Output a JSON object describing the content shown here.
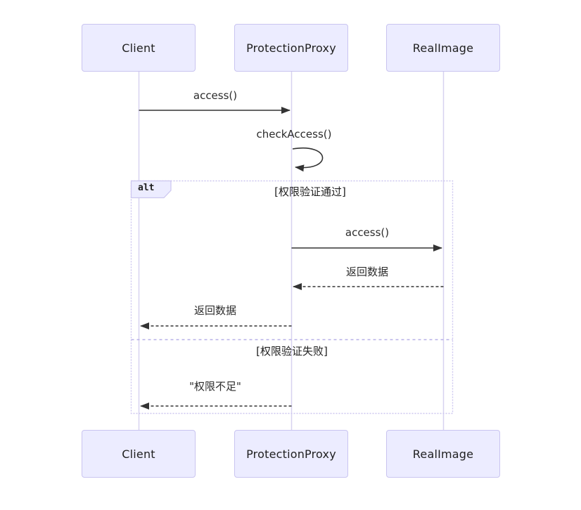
{
  "diagram": {
    "type": "sequence-diagram",
    "pattern": "protection-proxy",
    "actors": [
      {
        "id": "client",
        "label": "Client"
      },
      {
        "id": "protection-proxy",
        "label": "ProtectionProxy"
      },
      {
        "id": "real-image",
        "label": "RealImage"
      }
    ],
    "messages": [
      {
        "from": "Client",
        "to": "ProtectionProxy",
        "label": "access()",
        "style": "solid"
      },
      {
        "from": "ProtectionProxy",
        "to": "ProtectionProxy",
        "label": "checkAccess()",
        "style": "self-loop"
      },
      {
        "from": "ProtectionProxy",
        "to": "RealImage",
        "label": "access()",
        "style": "solid"
      },
      {
        "from": "RealImage",
        "to": "ProtectionProxy",
        "label": "返回数据",
        "style": "dashed"
      },
      {
        "from": "ProtectionProxy",
        "to": "Client",
        "label": "返回数据",
        "style": "dashed"
      },
      {
        "from": "ProtectionProxy",
        "to": "Client",
        "label": "\"权限不足\"",
        "style": "dashed"
      }
    ],
    "alt_block": {
      "keyword": "alt",
      "branches": [
        {
          "condition": "[权限验证通过]"
        },
        {
          "condition": "[权限验证失败]"
        }
      ]
    },
    "colors": {
      "actor_fill": "#ececff",
      "actor_border": "#c9c4f0",
      "lifeline": "#d7d2f0",
      "arrow": "#333333",
      "alt_border": "#ccc6ef",
      "divider": "#b7b0e8",
      "text": "#1f1f1f",
      "background": "#ffffff"
    }
  }
}
